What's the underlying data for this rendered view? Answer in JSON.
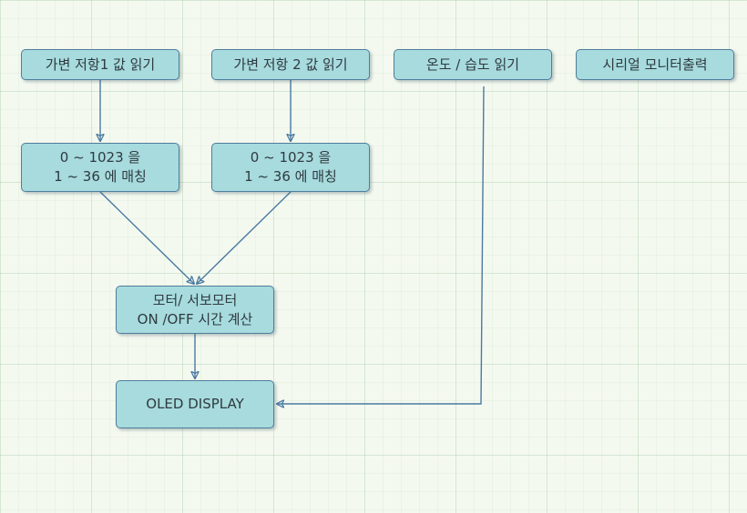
{
  "diagram": {
    "nodes": [
      {
        "id": "read-resistor-1",
        "label": "가변 저항1 값 읽기"
      },
      {
        "id": "read-resistor-2",
        "label": "가변 저항 2 값 읽기"
      },
      {
        "id": "read-temp-humidity",
        "label": "온도 / 습도 읽기"
      },
      {
        "id": "serial-monitor",
        "label": "시리얼 모니터출력"
      },
      {
        "id": "map-1",
        "label": "0 ~ 1023 을\n1 ~ 36 에 매칭"
      },
      {
        "id": "map-2",
        "label": "0 ~ 1023 을\n1 ~ 36 에 매칭"
      },
      {
        "id": "motor-calc",
        "label": "모터/ 서보모터\nON /OFF 시간 계산"
      },
      {
        "id": "oled-display",
        "label": "OLED DISPLAY"
      }
    ],
    "edges": [
      {
        "from": "read-resistor-1",
        "to": "map-1"
      },
      {
        "from": "read-resistor-2",
        "to": "map-2"
      },
      {
        "from": "map-1",
        "to": "motor-calc"
      },
      {
        "from": "map-2",
        "to": "motor-calc"
      },
      {
        "from": "motor-calc",
        "to": "oled-display"
      },
      {
        "from": "read-temp-humidity",
        "to": "oled-display"
      }
    ],
    "colors": {
      "node_fill": "#a7dbde",
      "node_border": "#4f7e9b",
      "edge": "#4a7aa0",
      "background": "#f4f9f0"
    }
  }
}
